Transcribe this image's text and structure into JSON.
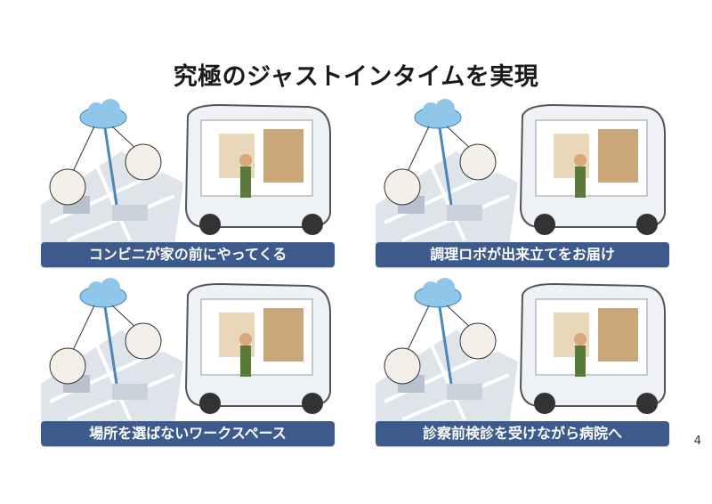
{
  "slide": {
    "title": "究極のジャストインタイムを実現",
    "page_number": "4",
    "accent_color": "#3d5a8c",
    "panels": [
      {
        "label": "コンビニが家の前にやってくる",
        "illustration": "convenience-store-vehicle"
      },
      {
        "label": "調理ロボが出来立てをお届け",
        "illustration": "cooking-robot-vehicle"
      },
      {
        "label": "場所を選ばないワークスペース",
        "illustration": "workspace-vehicle"
      },
      {
        "label": "診察前検診を受けながら病院へ",
        "illustration": "medical-vehicle"
      }
    ]
  }
}
